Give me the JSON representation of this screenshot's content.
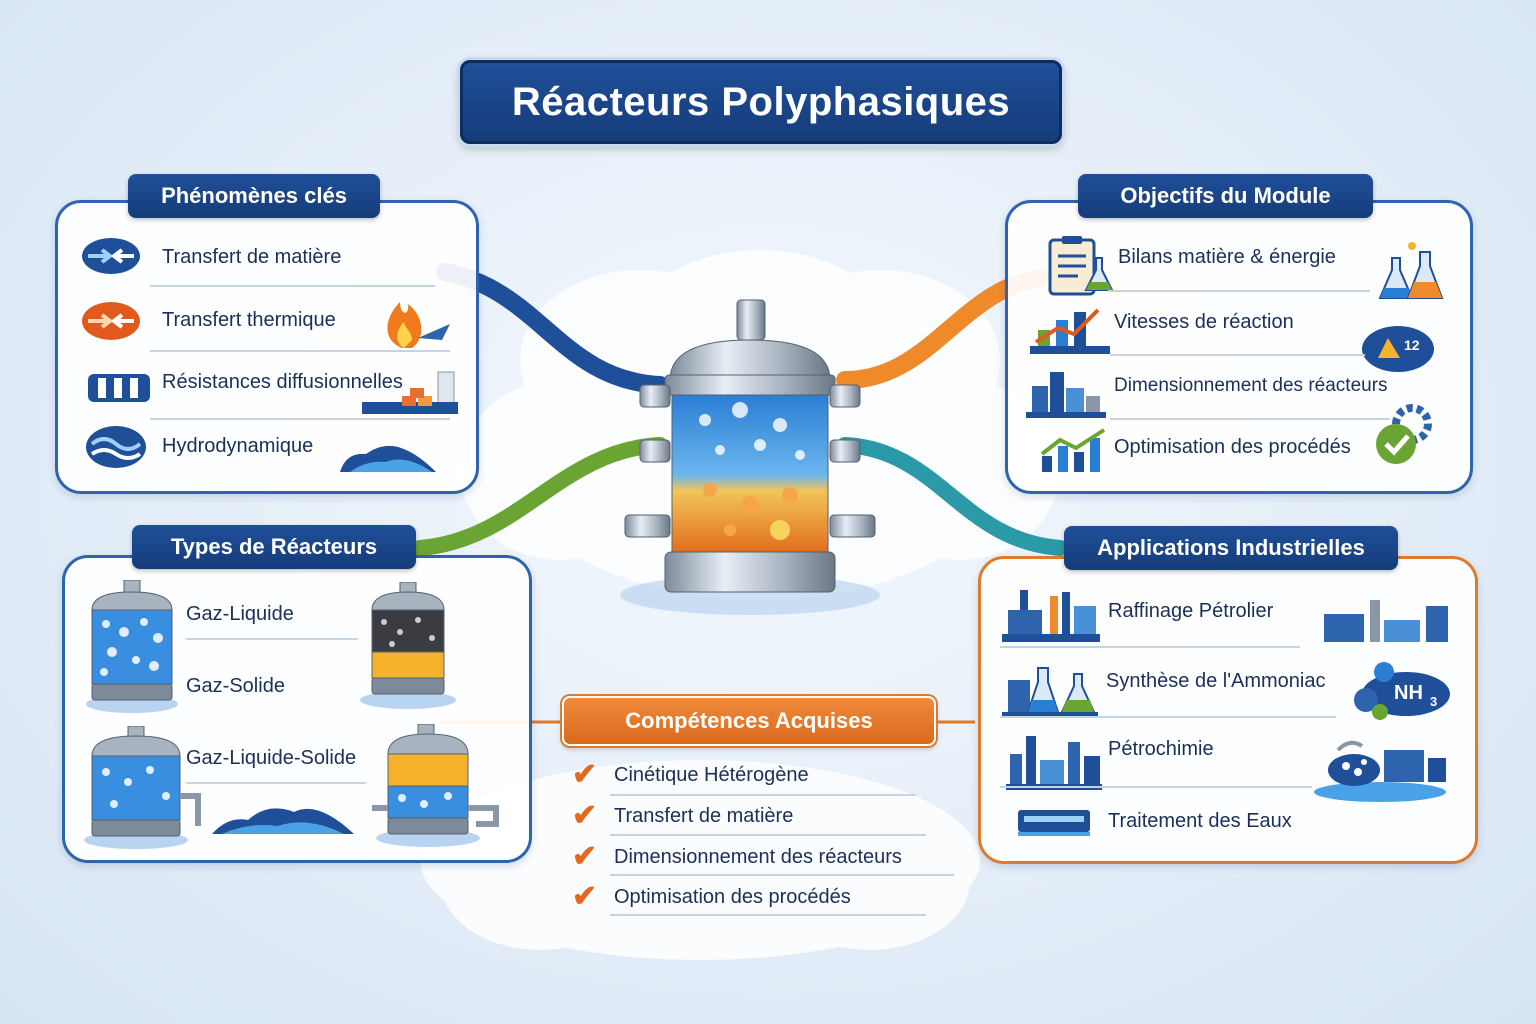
{
  "title": "Réacteurs Polyphasiques",
  "phenomenes": {
    "heading": "Phénomènes clés",
    "items": [
      "Transfert de matière",
      "Transfert thermique",
      "Résistances diffusionnelles",
      "Hydrodynamique"
    ]
  },
  "objectifs": {
    "heading": "Objectifs du Module",
    "items": [
      "Bilans matière & énergie",
      "Vitesses de réaction",
      "Dimensionnement des réacteurs",
      "Optimisation des procédés"
    ]
  },
  "types": {
    "heading": "Types de Réacteurs",
    "items": [
      "Gaz-Liquide",
      "Gaz-Solide",
      "Gaz-Liquide-Solide"
    ]
  },
  "applications": {
    "heading": "Applications Industrielles",
    "items": [
      "Raffinage Pétrolier",
      "Synthèse de l'Ammoniac",
      "Pétrochimie",
      "Traitement des Eaux"
    ],
    "nh3_label": "NH",
    "nh3_sub": "3"
  },
  "competences": {
    "heading": "Compétences Acquises",
    "items": [
      "Cinétique Hétérogène",
      "Transfert de matière",
      "Dimensionnement des réacteurs",
      "Optimisation des procédés"
    ]
  },
  "colors": {
    "navy": "#1f4f99",
    "orange": "#e36a1c",
    "green": "#6aa533",
    "teal": "#2a9aa8"
  }
}
